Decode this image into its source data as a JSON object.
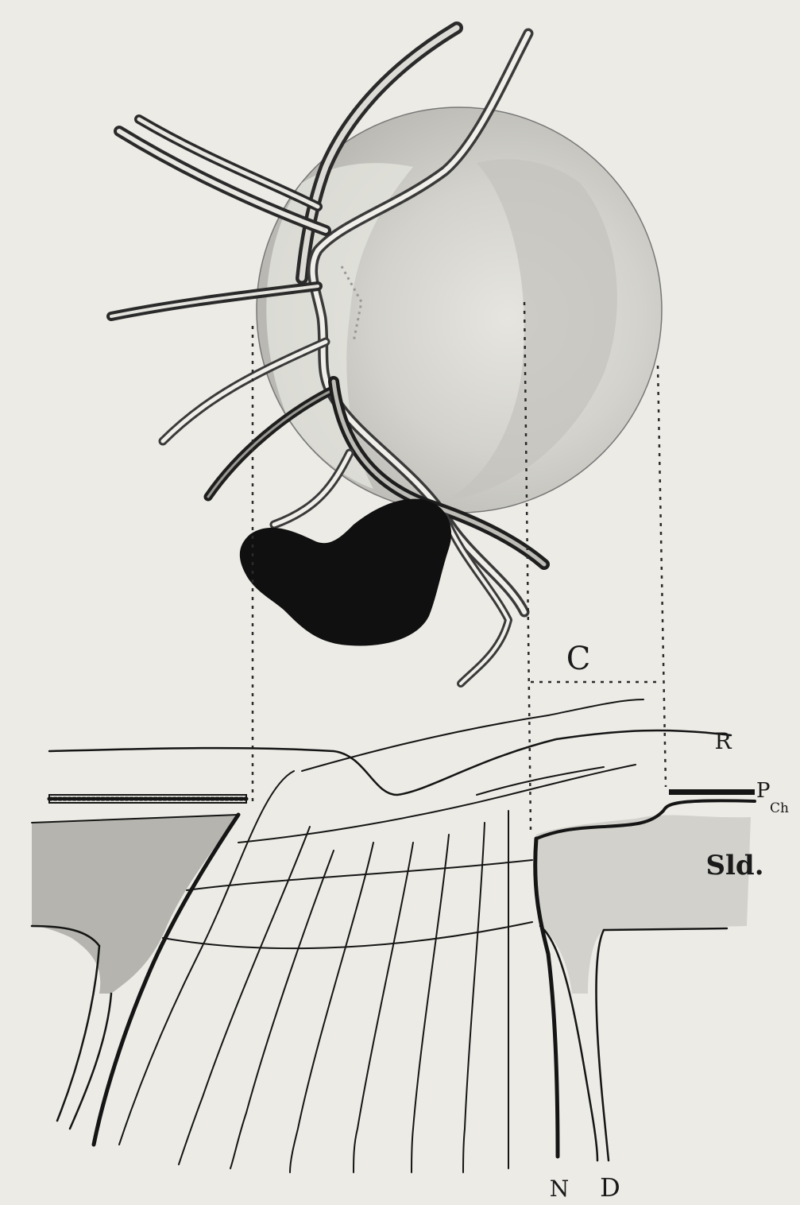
{
  "figure": {
    "labels": {
      "c": "C",
      "r": "R",
      "p": "P",
      "p_sub": "Ch",
      "sld": "Sld.",
      "n": "N",
      "d": "D"
    },
    "colors": {
      "ink": "#151515",
      "paper": "#ecebe6",
      "disc_fill": "#d9d8d2",
      "cup_shade": "#bdbcb6",
      "sclera_fill": "#c9c8c2",
      "hemorrhage": "#101010"
    }
  }
}
